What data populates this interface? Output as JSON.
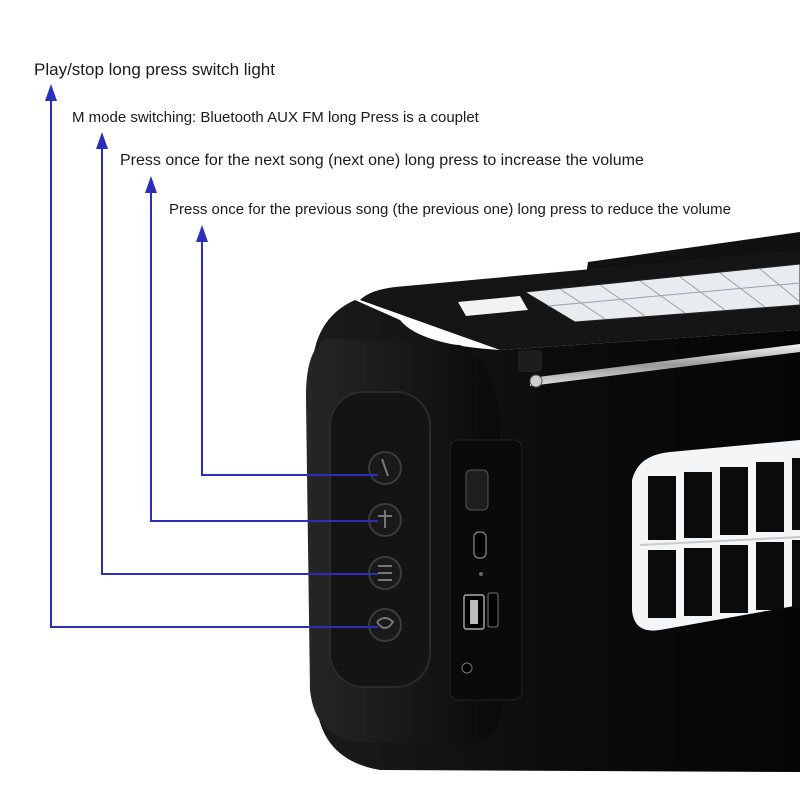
{
  "callouts": {
    "play_stop": "Play/stop long press switch light",
    "mode": "M mode switching: Bluetooth AUX FM long Press is a couplet",
    "next": "Press once for the next song (next one) long press to increase the volume",
    "previous": "Press once for the previous song (the previous one) long press to reduce the volume"
  },
  "colors": {
    "leader_line": "#2b2fb8",
    "device_body": "#0d0d0d",
    "solar_panel": "#f2f4f7",
    "background": "#ffffff"
  },
  "icons": [
    "arrow-up-icon",
    "previous-button-icon",
    "next-button-icon",
    "mode-button-icon",
    "play-pause-button-icon"
  ]
}
